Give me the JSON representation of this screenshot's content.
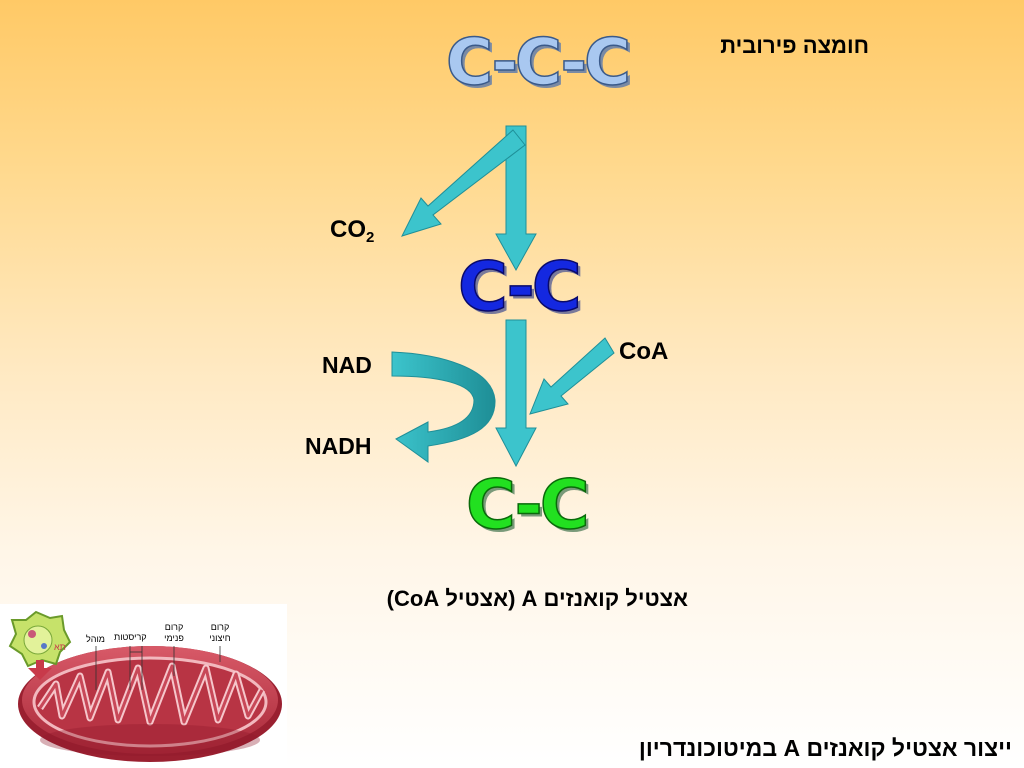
{
  "slide": {
    "title": "ייצור אצטיל קואנזים A במיטוכונדריון",
    "pyruvic_label": "חומצה  פירובית",
    "product_label": "אצטיל קואנזים A  (אצטיל CoA)"
  },
  "molecules": {
    "three_carbon": "C-C-C",
    "two_carbon_intermediate": "C-C",
    "two_carbon_product": "C-C"
  },
  "reactants": {
    "co2_main": "CO",
    "co2_sub": "2",
    "coa": "CoA",
    "nad": "NAD",
    "nadh": "NADH"
  },
  "mitochondrion_labels": {
    "outer_membrane": "קרום חיצוני",
    "inner_membrane": "קרום פנימי",
    "cristae": "קריסטות",
    "matrix": "מוהל",
    "cell": "תא"
  },
  "colors": {
    "arrow": "#3cc4cc",
    "three_carbon": "#a9c8f0",
    "two_carbon_intermediate": "#1428e0",
    "two_carbon_product": "#22e020",
    "mitochondrion": "#c0394a"
  }
}
